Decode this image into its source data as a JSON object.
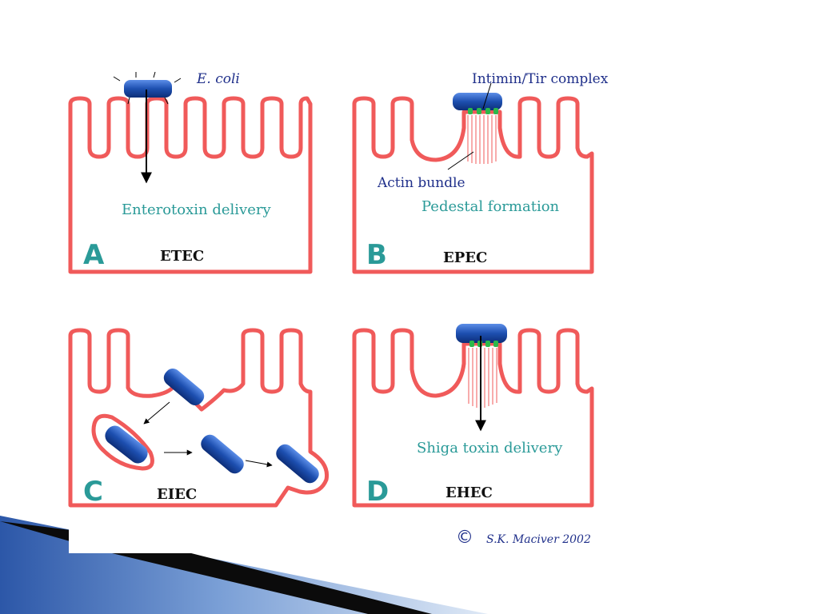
{
  "panels": {
    "A": {
      "letter": "A",
      "strain": "ETEC",
      "bacterium_label": "E. coli",
      "delivery_label": "Enterotoxin delivery"
    },
    "B": {
      "letter": "B",
      "strain": "EPEC",
      "complex_label": "Intimin/Tir complex",
      "actin_label": "Actin bundle",
      "pedestal_label": "Pedestal formation"
    },
    "C": {
      "letter": "C",
      "strain": "EIEC"
    },
    "D": {
      "letter": "D",
      "strain": "EHEC",
      "delivery_label": "Shiga toxin delivery"
    }
  },
  "credit": {
    "symbol": "©",
    "text": "S.K. Maciver 2002"
  },
  "colors": {
    "membrane": "#f05a5a",
    "bacterium": "#1d57b8",
    "label_text": "#2a9a98",
    "attachment": "#2db84a"
  }
}
